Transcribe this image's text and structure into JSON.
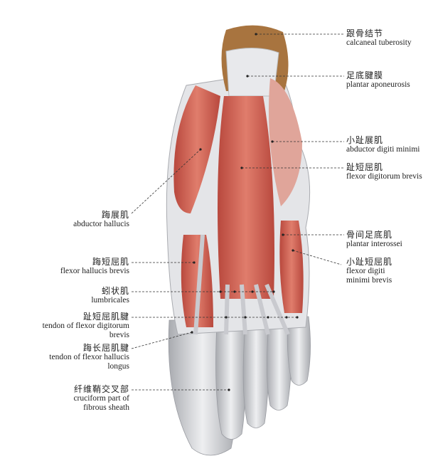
{
  "labels_right": [
    {
      "zh": "跟骨结节",
      "en": [
        "calcaneal tuberosity"
      ]
    },
    {
      "zh": "足底腱膜",
      "en": [
        "plantar aponeurosis"
      ]
    },
    {
      "zh": "小趾展肌",
      "en": [
        "abductor digiti minimi"
      ]
    },
    {
      "zh": "趾短屈肌",
      "en": [
        "flexor digitorum brevis"
      ]
    },
    {
      "zh": "骨间足底肌",
      "en": [
        "plantar interossei"
      ]
    },
    {
      "zh": "小趾短屈肌",
      "en": [
        "flexor digiti",
        "minimi brevis"
      ]
    }
  ],
  "labels_left": [
    {
      "zh": "踇展肌",
      "en": [
        "abductor hallucis"
      ]
    },
    {
      "zh": "踇短屈肌",
      "en": [
        "flexor hallucis brevis"
      ]
    },
    {
      "zh": "蚓状肌",
      "en": [
        "lumbricales"
      ]
    },
    {
      "zh": "趾短屈肌腱",
      "en": [
        "tendon of flexor digitorum",
        "brevis"
      ]
    },
    {
      "zh": "踇长屈肌腱",
      "en": [
        "tendon of flexor hallucis",
        "longus"
      ]
    },
    {
      "zh": "纤维鞘交叉部",
      "en": [
        "cruciform part of",
        "fibrous sheath"
      ]
    }
  ],
  "colors": {
    "muscle": "#d0675a",
    "tendon": "#d9dadd",
    "bone": "#a8743f"
  }
}
